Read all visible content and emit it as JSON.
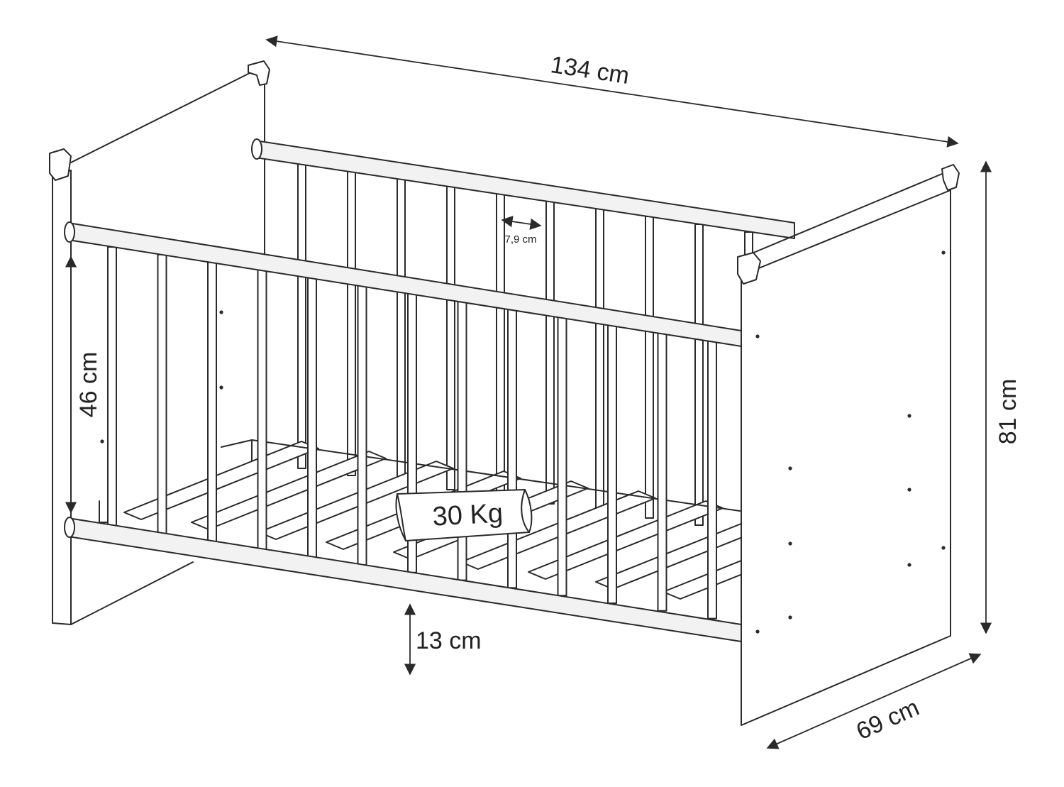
{
  "dimensions": {
    "width": "134 cm",
    "height": "81 cm",
    "depth": "69 cm",
    "rail_height": "46 cm",
    "floor_clearance": "13 cm",
    "slat_gap": "7,9 cm"
  },
  "load_tag": {
    "label": "30 Kg"
  },
  "colors": {
    "line": "#2a2a2a",
    "rail_fill": "#f2f2f2",
    "background": "#ffffff"
  }
}
